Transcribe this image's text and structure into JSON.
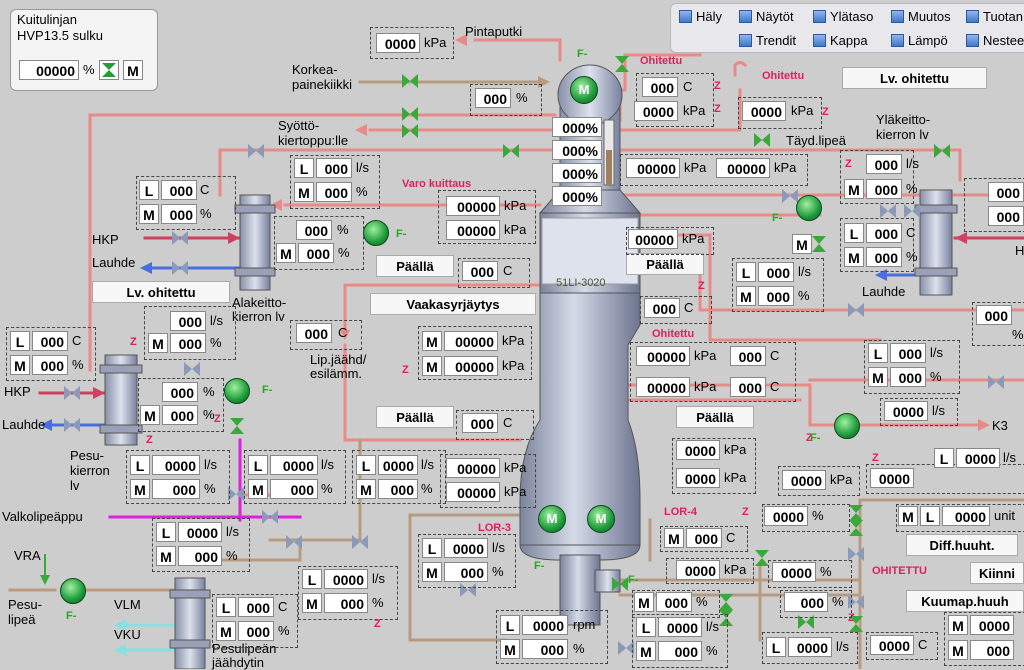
{
  "colors": {
    "hot_pipe": "#e88a88",
    "steam_pipe": "#b89a80",
    "white_liquor": "#e020e0",
    "cooling": "#4a6ee0",
    "condensate": "#88e0e0",
    "valve": "#3aa83a",
    "alarm": "#e0205a",
    "vessel": "#a8b0c8"
  },
  "topbar": {
    "buttons": [
      "Häly",
      "Näytöt",
      "Ylätaso",
      "Muutos",
      "Tuotan",
      "Trendit",
      "Kappa",
      "Lämpö",
      "Nestee"
    ]
  },
  "infobox": {
    "line1": "Kuitulinjan",
    "line2": "HVP13.5 sulku",
    "value": "00000",
    "unit": "%",
    "mode": "M"
  },
  "labels": {
    "pintaputki": "Pintaputki",
    "korkea1": "Korkea-",
    "korkea2": "painekiikki",
    "syotto1": "Syöttö-",
    "syotto2": "kiertoppu:lle",
    "hkp_left": "HKP",
    "lauhde_left": "Lauhde",
    "alakeitto1": "Alakeitto-",
    "alakeitto2": "kierron lv",
    "hkp2": "HKP",
    "lauhde2": "Lauhde",
    "pesu1": "Pesu-",
    "pesu2": "kierron",
    "pesu3": "lv",
    "valkolipea": "Valkolipeäppu",
    "vra": "VRA",
    "pesulipea1": "Pesu-",
    "pesulipea2": "lipeä",
    "vlm": "VLM",
    "vku": "VKU",
    "pesulipean1": "Pesulipeän",
    "pesulipean2": "jäähdytin",
    "lipjaahd1": "Lip.jäähd/",
    "lipjaahd2": "esilämm.",
    "tayd": "Täyd.lipeä",
    "ylakeitto1": "Yläkeitto-",
    "ylakeitto2": "kierron lv",
    "lauhde_right": "Lauhde",
    "k3": "K3",
    "h_right": "H",
    "tag": "51LI-3020"
  },
  "status": {
    "lv_left": "Lv. ohitettu",
    "lv_right": "Lv. ohitettu",
    "paalla1": "Päällä",
    "paalla2": "Päällä",
    "paalla3": "Päällä",
    "paalla4": "Päällä",
    "vaakasyr": "Vaakasyrjäytys",
    "diff": "Diff.huuht.",
    "kiinni": "Kiinni",
    "kuumap": "Kuumap.huuh"
  },
  "alarms": {
    "ohitettu1": "Ohitettu",
    "ohitettu2": "Ohitettu",
    "ohitettu3": "Ohitettu",
    "varo": "Varo kuittaus",
    "lor3": "LOR-3",
    "lor4": "LOR-4",
    "ohitettu_caps": "OHITETTU",
    "z": "Z",
    "f": "F-"
  },
  "units": {
    "kpa": "kPa",
    "pct": "%",
    "ls": "l/s",
    "c": "C",
    "rpm": "rpm",
    "unit": "unit",
    "L": "L",
    "M": "M"
  },
  "values": {
    "v4": "0000",
    "v5": "00000",
    "v3": "000",
    "r_vals": [
      "000",
      "000",
      "000",
      "000",
      "000"
    ],
    "col_pct": "000%"
  }
}
